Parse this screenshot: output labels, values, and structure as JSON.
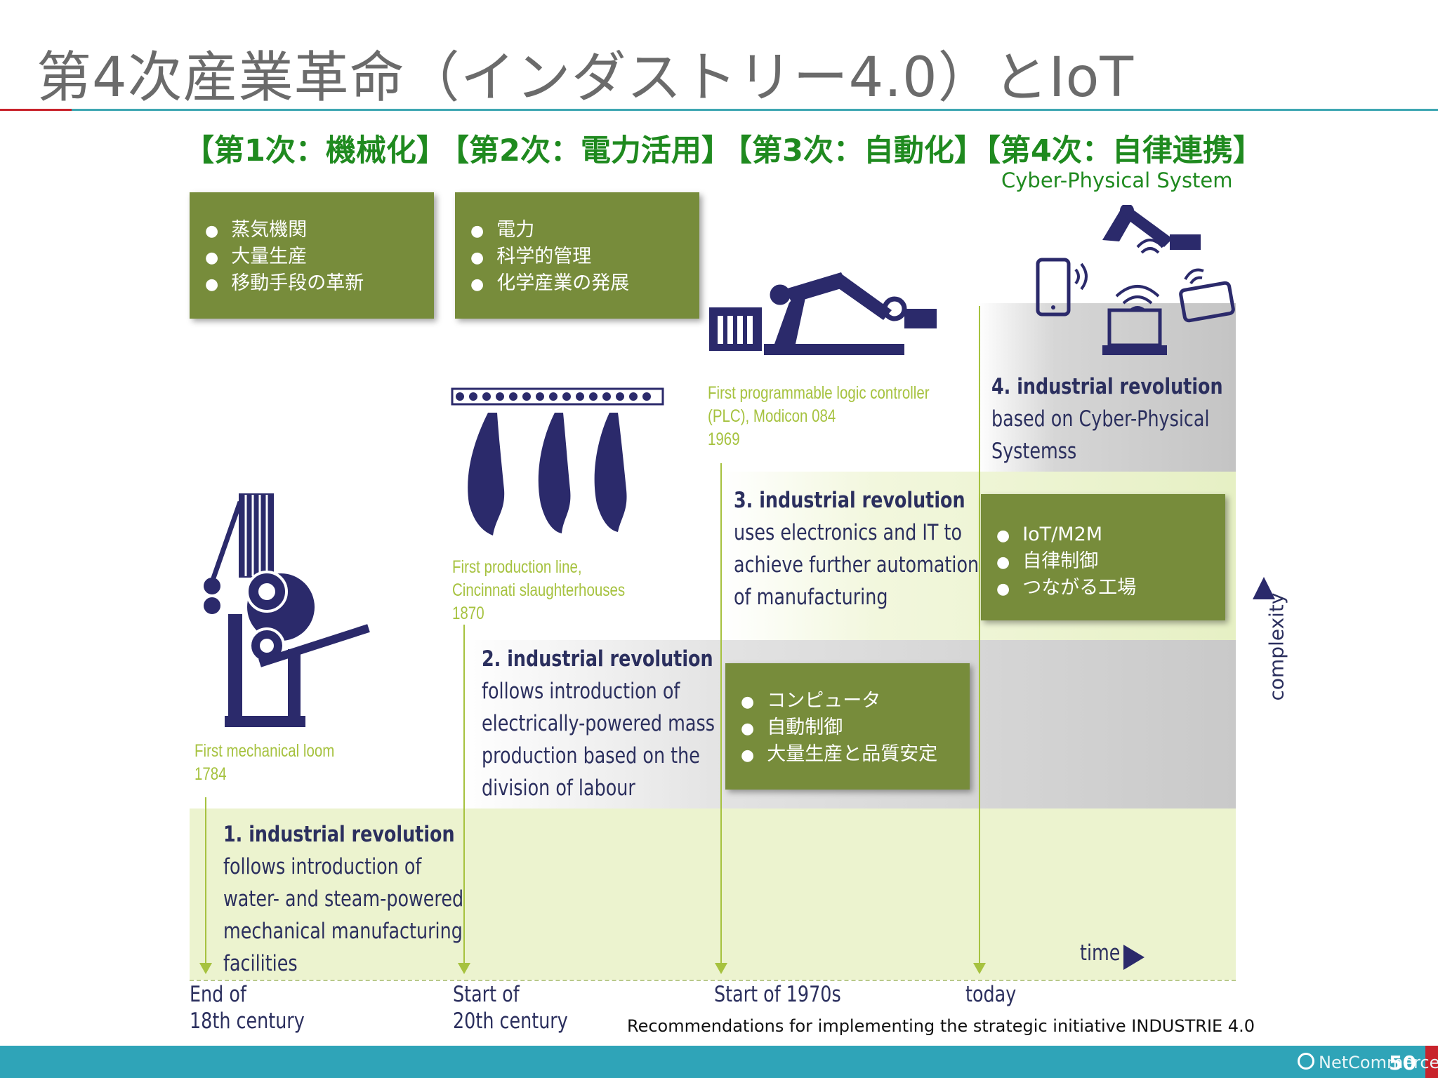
{
  "slide": {
    "title": "第4次産業革命（インダストリー4.0）とIoT",
    "page_number": "50",
    "logo_text": "NetCommerce",
    "source": "Recommendations for implementing the strategic initiative INDUSTRIE 4.0"
  },
  "phases": [
    {
      "label": "【第1次：機械化】"
    },
    {
      "label": "【第2次：電力活用】"
    },
    {
      "label": "【第3次：自動化】"
    },
    {
      "label": "【第4次：自律連携】",
      "subtitle": "Cyber-Physical System"
    }
  ],
  "boxes": {
    "box1": [
      "蒸気機関",
      "大量生産",
      "移動手段の革新"
    ],
    "box2": [
      "電力",
      "科学的管理",
      "化学産業の発展"
    ],
    "box3": [
      "コンピュータ",
      "自動制御",
      "大量生産と品質安定"
    ],
    "box4": [
      "IoT/M2M",
      "自律制御",
      "つながる工場"
    ]
  },
  "captions": {
    "cap1": [
      "First mechanical loom",
      "1784"
    ],
    "cap2": [
      "First production line,",
      "Cincinnati slaughterhouses",
      "1870"
    ],
    "cap3": [
      "First programmable logic controller",
      "(PLC), Modicon 084",
      "1969"
    ]
  },
  "revolutions": {
    "r1": {
      "head": "1. industrial revolution",
      "lines": [
        "follows introduction of",
        "water- and steam-powered",
        "mechanical manufacturing",
        "facilities"
      ]
    },
    "r2": {
      "head": "2. industrial revolution",
      "lines": [
        "follows introduction of",
        "electrically-powered mass",
        "production based on the",
        "division of labour"
      ]
    },
    "r3": {
      "head": "3. industrial revolution",
      "lines": [
        "uses electronics and IT to",
        "achieve further automation",
        "of manufacturing"
      ]
    },
    "r4": {
      "head": "4. industrial revolution",
      "lines": [
        "based on Cyber-Physical",
        "Systemss"
      ]
    }
  },
  "timeline": {
    "t1": [
      "End of",
      "18th century"
    ],
    "t2": [
      "Start of",
      "20th century"
    ],
    "t3": [
      "Start of 1970s"
    ],
    "t4": [
      "today"
    ]
  },
  "axes": {
    "time": "time",
    "complexity": "complexity"
  },
  "colors": {
    "box_green": "#778c3b",
    "phase_green": "#1f8a1f",
    "navy": "#2b2f5e",
    "lime": "#a6c23f",
    "teal": "#2fa4b8",
    "red": "#c8232c"
  }
}
